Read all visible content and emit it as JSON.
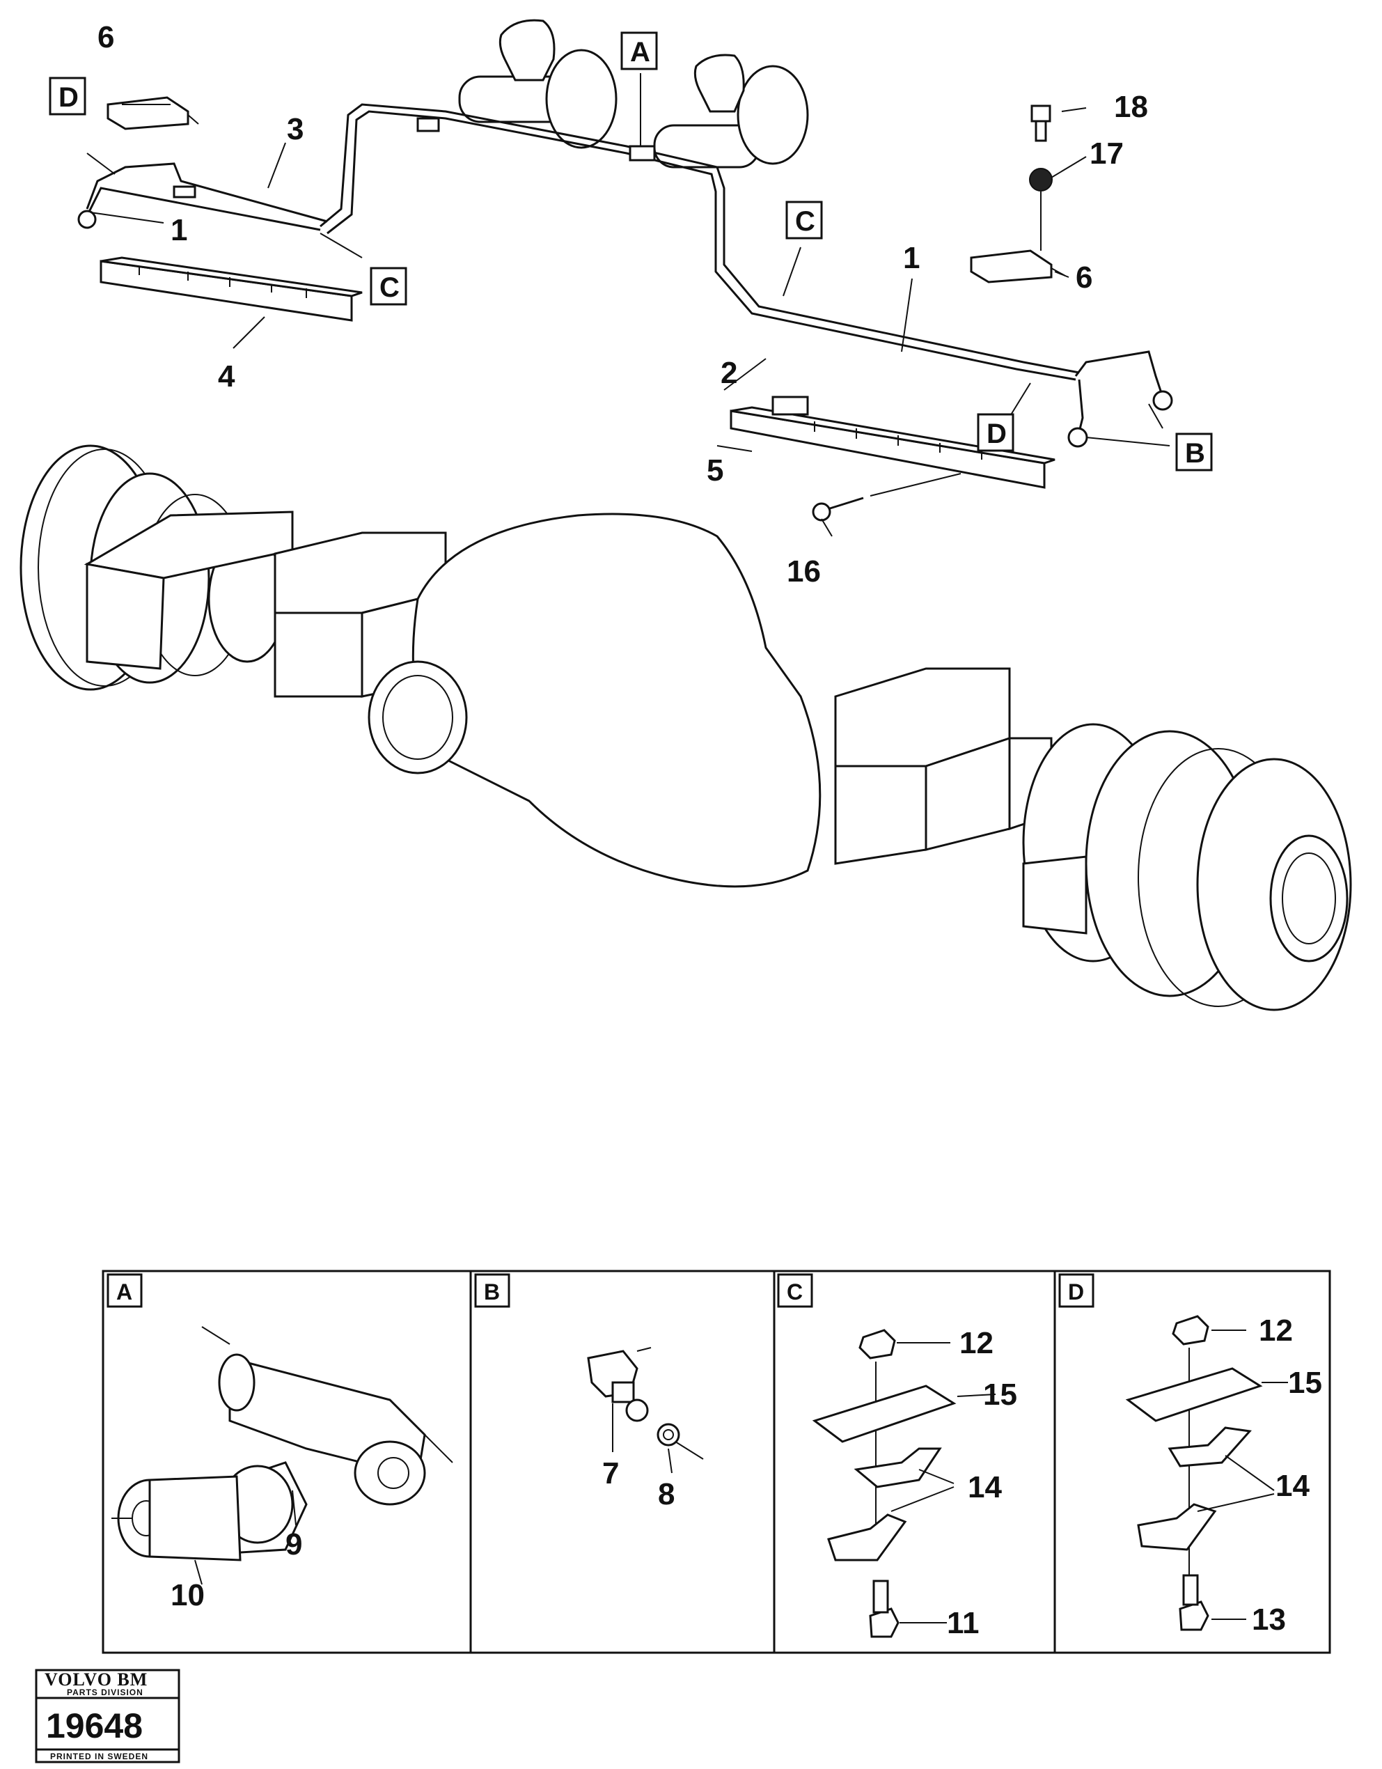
{
  "diagram": {
    "callouts_main": {
      "p1a": "1",
      "p1b": "1",
      "p2": "2",
      "p3": "3",
      "p4": "4",
      "p5": "5",
      "p6a": "6",
      "p6b": "6",
      "p16": "16",
      "p17": "17",
      "p18": "18"
    },
    "detail_tags": {
      "a": "A",
      "b": "B",
      "c1": "C",
      "c2": "C",
      "d1": "D",
      "d2": "D"
    },
    "panels": [
      {
        "letter": "A",
        "callouts": [
          "9",
          "10"
        ]
      },
      {
        "letter": "B",
        "callouts": [
          "7",
          "8"
        ]
      },
      {
        "letter": "C",
        "callouts": [
          "12",
          "15",
          "14",
          "11"
        ]
      },
      {
        "letter": "D",
        "callouts": [
          "12",
          "15",
          "14",
          "13"
        ]
      }
    ]
  },
  "logo": {
    "brand": "VOLVO BM",
    "division": "PARTS DIVISION",
    "number": "19648",
    "printed": "PRINTED IN SWEDEN"
  }
}
